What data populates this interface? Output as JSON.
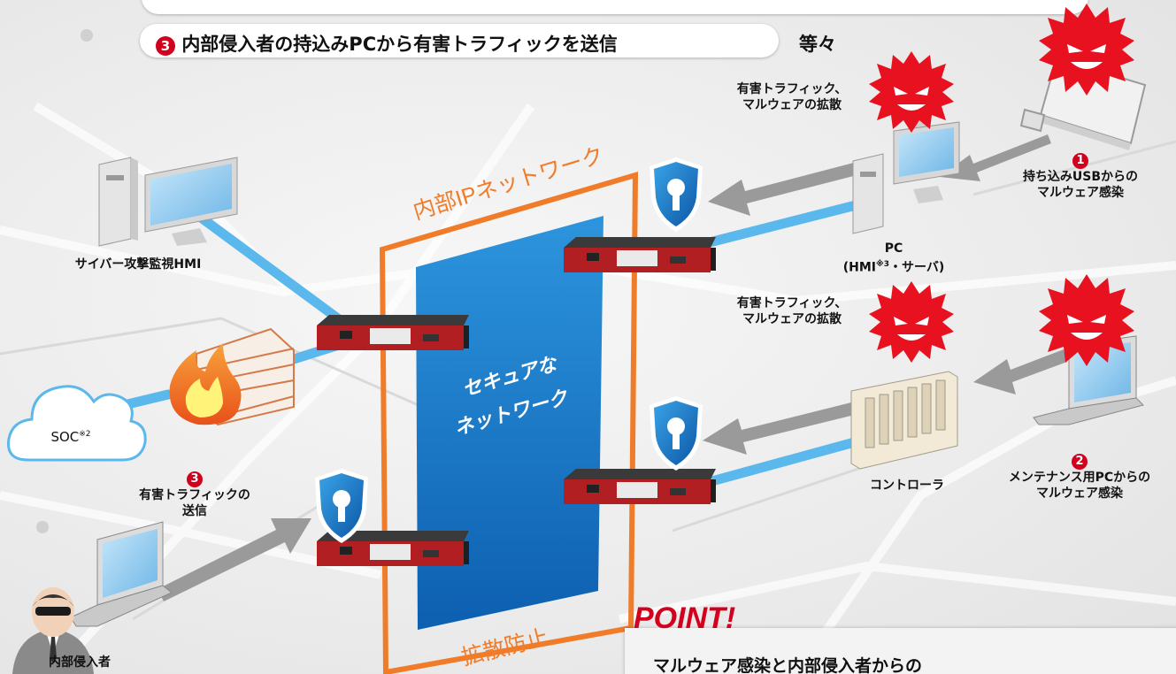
{
  "header": {
    "item3_number": "3",
    "item3_text": "内部侵入者の持込みPCから有害トラフィックを送信",
    "etc_text": "等々"
  },
  "labels": {
    "network_title": "内部IPネットワーク",
    "secure_network_line1": "セキュアな",
    "secure_network_line2": "ネットワーク",
    "diffusion_prevention": "拡散防止",
    "monitor_hmi": "サイバー攻撃監視HMI",
    "soc": "SOC",
    "soc_note": "※2",
    "pc_line1": "PC",
    "pc_line2_prefix": "(HMI",
    "pc_note": "※3",
    "pc_line2_suffix": "・サーバ)",
    "controller": "コントローラ",
    "intruder": "内部侵入者",
    "malware_spread_top_line1": "有害トラフィック、",
    "malware_spread_top_line2": "マルウェアの拡散",
    "malware_spread_mid_line1": "有害トラフィック、",
    "malware_spread_mid_line2": "マルウェアの拡散",
    "usb_number": "1",
    "usb_line1": "持ち込みUSBからの",
    "usb_line2": "マルウェア感染",
    "maint_number": "2",
    "maint_line1": "メンテナンス用PCからの",
    "maint_line2": "マルウェア感染",
    "harmful_number": "3",
    "harmful_line1": "有害トラフィックの",
    "harmful_line2": "送信"
  },
  "point": {
    "title": "POINT!",
    "text": "マルウェア感染と内部侵入者からの"
  },
  "colors": {
    "accent_red": "#d2001c",
    "network_orange": "#f07c2a",
    "secure_blue": "#1172c8",
    "link_blue": "#5bb8ec",
    "arrow_gray": "#9a9a9a"
  }
}
